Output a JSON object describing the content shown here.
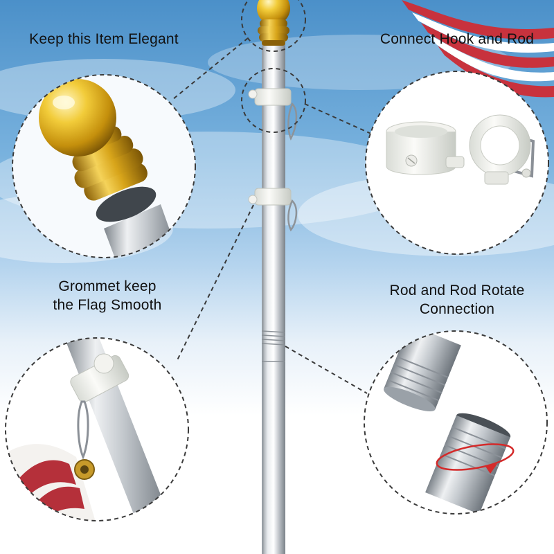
{
  "captions": {
    "top_left": "Keep this Item Elegant",
    "top_right": "Connect Hook and Rod",
    "bottom_left_line1": "Grommet keep",
    "bottom_left_line2": "the Flag Smooth",
    "bottom_right_line1": "Rod and Rod Rotate",
    "bottom_right_line2": "Connection"
  },
  "colors": {
    "sky_top": "#4b90c9",
    "gold": "#e0b21a",
    "pole_silver": "#c9cdd2",
    "flag_red": "#b5303a",
    "rotate_arrow": "#d42a2a",
    "dashed_outline": "#3a3a3a"
  }
}
